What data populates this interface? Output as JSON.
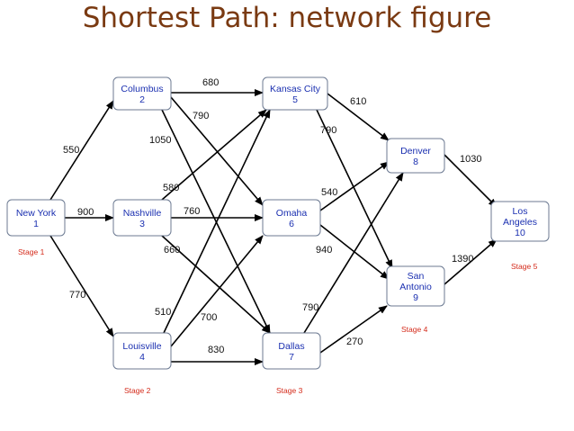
{
  "title": "Shortest Path: network figure",
  "nodes": [
    {
      "id": 1,
      "lines": [
        "New York",
        "1"
      ]
    },
    {
      "id": 2,
      "lines": [
        "Columbus",
        "2"
      ]
    },
    {
      "id": 3,
      "lines": [
        "Nashville",
        "3"
      ]
    },
    {
      "id": 4,
      "lines": [
        "Louisville",
        "4"
      ]
    },
    {
      "id": 5,
      "lines": [
        "Kansas City",
        "5"
      ]
    },
    {
      "id": 6,
      "lines": [
        "Omaha",
        "6"
      ]
    },
    {
      "id": 7,
      "lines": [
        "Dallas",
        "7"
      ]
    },
    {
      "id": 8,
      "lines": [
        "Denver",
        "8"
      ]
    },
    {
      "id": 9,
      "lines": [
        "San",
        "Antonio",
        "9"
      ]
    },
    {
      "id": 10,
      "lines": [
        "Los",
        "Angeles",
        "10"
      ]
    }
  ],
  "edges": [
    {
      "from": 1,
      "to": 2,
      "weight": "550"
    },
    {
      "from": 1,
      "to": 3,
      "weight": "900"
    },
    {
      "from": 1,
      "to": 4,
      "weight": "770"
    },
    {
      "from": 2,
      "to": 5,
      "weight": "680"
    },
    {
      "from": 2,
      "to": 6,
      "weight": "790"
    },
    {
      "from": 2,
      "to": 7,
      "weight": "1050"
    },
    {
      "from": 3,
      "to": 5,
      "weight": "580"
    },
    {
      "from": 3,
      "to": 6,
      "weight": "760"
    },
    {
      "from": 3,
      "to": 7,
      "weight": "660"
    },
    {
      "from": 4,
      "to": 5,
      "weight": "510"
    },
    {
      "from": 4,
      "to": 6,
      "weight": "700"
    },
    {
      "from": 4,
      "to": 7,
      "weight": "830"
    },
    {
      "from": 5,
      "to": 8,
      "weight": "610"
    },
    {
      "from": 5,
      "to": 9,
      "weight": "790"
    },
    {
      "from": 6,
      "to": 8,
      "weight": "540"
    },
    {
      "from": 6,
      "to": 9,
      "weight": "940"
    },
    {
      "from": 7,
      "to": 8,
      "weight": "790"
    },
    {
      "from": 7,
      "to": 9,
      "weight": "270"
    },
    {
      "from": 8,
      "to": 10,
      "weight": "1030"
    },
    {
      "from": 9,
      "to": 10,
      "weight": "1390"
    }
  ],
  "stages": [
    "Stage 1",
    "Stage 2",
    "Stage 3",
    "Stage 4",
    "Stage 5"
  ],
  "colors": {
    "title": "#7a3a12",
    "node_text": "#1a2fb0",
    "node_border": "#6c7a92",
    "stage_label": "#d42a1a",
    "edge": "#000000"
  }
}
